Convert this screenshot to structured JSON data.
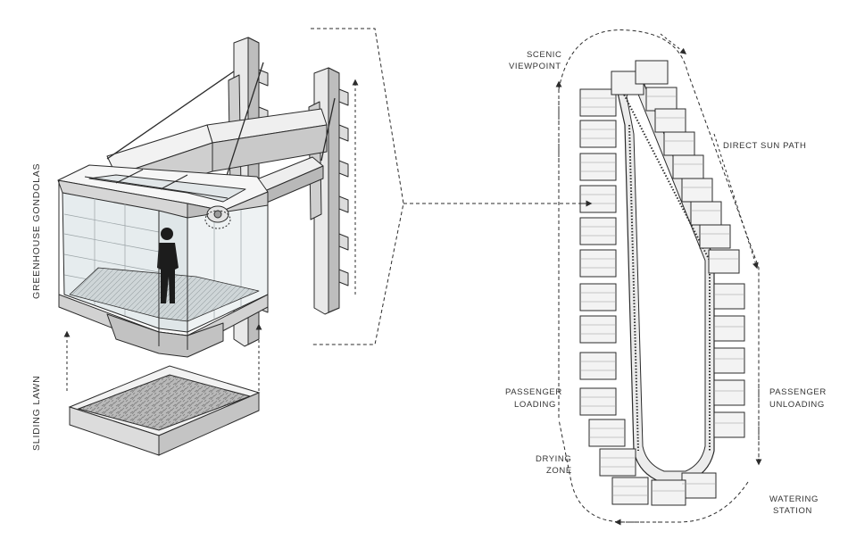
{
  "labels": {
    "greenhouse_gondolas": "GREENHOUSE GONDOLAS",
    "sliding_lawn": "SLIDING LAWN",
    "scenic_viewpoint": [
      "SCENIC",
      "VIEWPOINT"
    ],
    "direct_sun_path": "DIRECT SUN PATH",
    "passenger_loading": [
      "PASSENGER",
      "LOADING"
    ],
    "passenger_unloading": [
      "PASSENGER",
      "UNLOADING"
    ],
    "drying_zone": [
      "DRYING",
      "ZONE"
    ],
    "watering_station": [
      "WATERING",
      "STATION"
    ]
  },
  "colors": {
    "line": "#2b2b2b",
    "light_face": "#f4f4f4",
    "mid_face": "#d9d9d9",
    "dark_face": "#a9a9a9",
    "glass": "#e6ecee"
  }
}
